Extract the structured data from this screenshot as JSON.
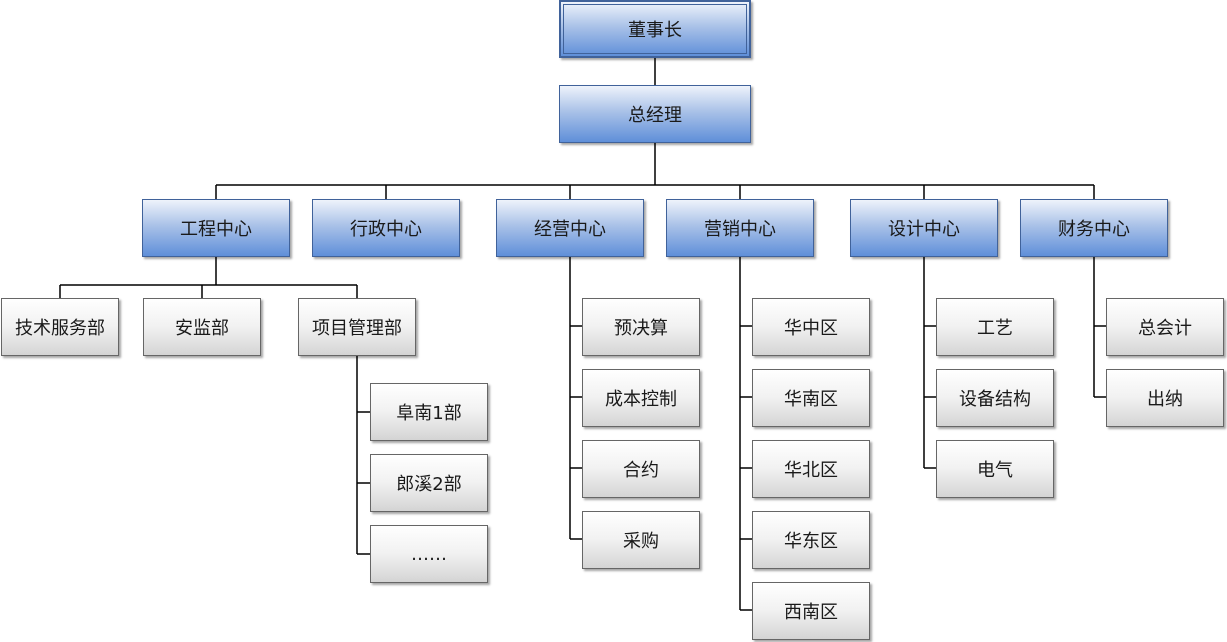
{
  "chairman": "董事长",
  "general_manager": "总经理",
  "centers": {
    "engineering": {
      "label": "工程中心",
      "depts": [
        "技术服务部",
        "安监部",
        "项目管理部"
      ],
      "projects": [
        "阜南1部",
        "郎溪2部",
        "……"
      ]
    },
    "admin": {
      "label": "行政中心"
    },
    "operations": {
      "label": "经营中心",
      "items": [
        "预决算",
        "成本控制",
        "合约",
        "采购"
      ]
    },
    "marketing": {
      "label": "营销中心",
      "items": [
        "华中区",
        "华南区",
        "华北区",
        "华东区",
        "西南区"
      ]
    },
    "design": {
      "label": "设计中心",
      "items": [
        "工艺",
        "设备结构",
        "电气"
      ]
    },
    "finance": {
      "label": "财务中心",
      "items": [
        "总会计",
        "出纳"
      ]
    }
  }
}
